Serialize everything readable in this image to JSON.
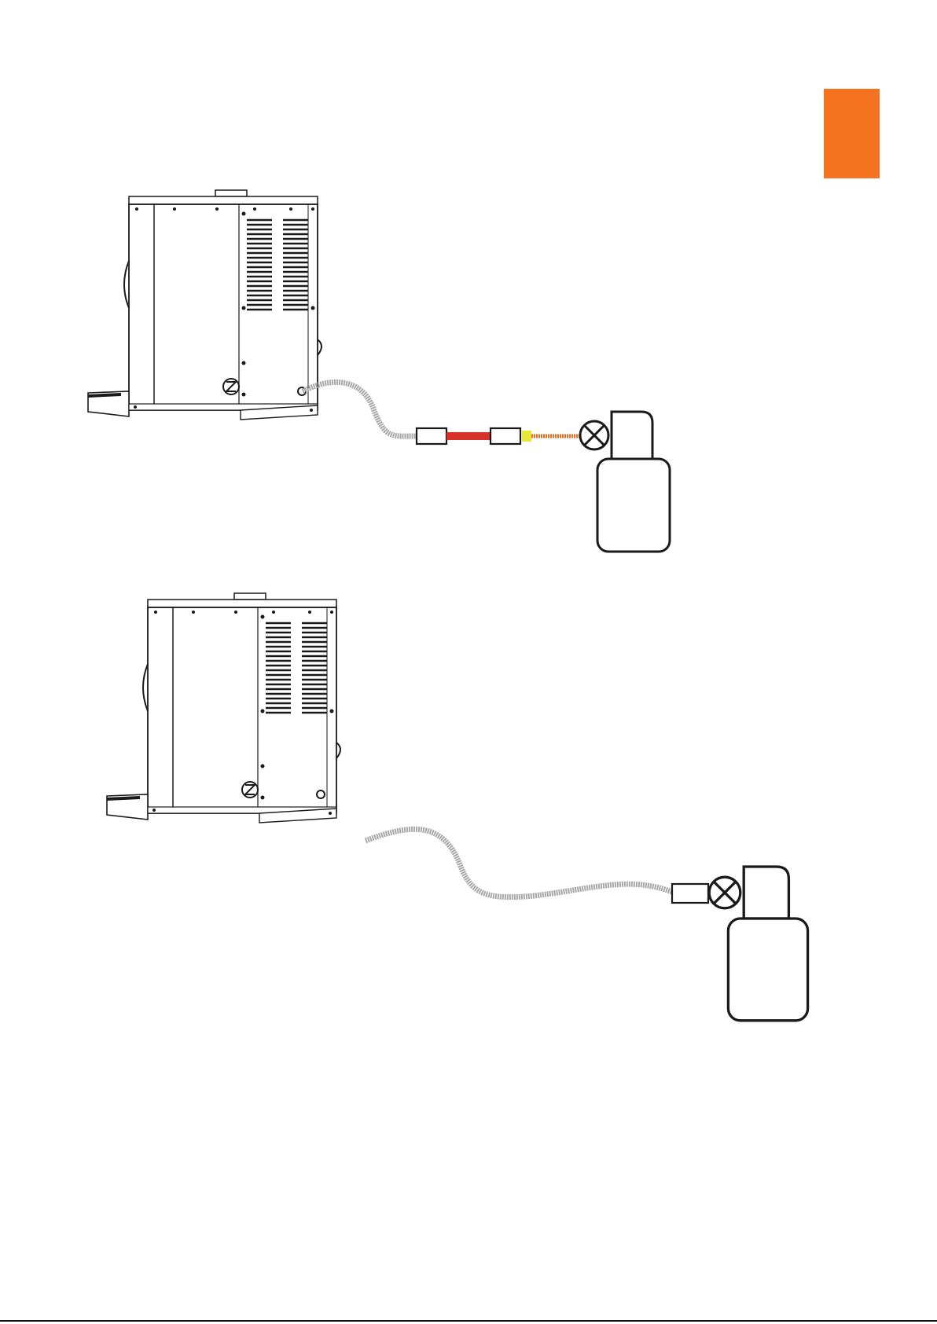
{
  "page": {
    "background": "#ffffff"
  },
  "section_tab": {
    "color": "#f47220"
  },
  "diagram": {
    "colors": {
      "outline": "#1a1a1a",
      "hose": "#a8a8a8",
      "pressure_hose": "#d9322b",
      "adapter": "#e8e83a",
      "high_pressure_line": "#e86a1a"
    },
    "figures": [
      {
        "id": "with-pressure-reducer",
        "components": [
          "gas-appliance",
          "braided-hose",
          "connector",
          "pressure-hose",
          "connector",
          "adapter",
          "high-pressure-line",
          "shutoff-valve",
          "regulator",
          "gas-cylinder"
        ]
      },
      {
        "id": "direct-connection",
        "components": [
          "gas-appliance",
          "braided-hose",
          "connector",
          "shutoff-valve",
          "regulator",
          "gas-cylinder"
        ]
      }
    ]
  }
}
